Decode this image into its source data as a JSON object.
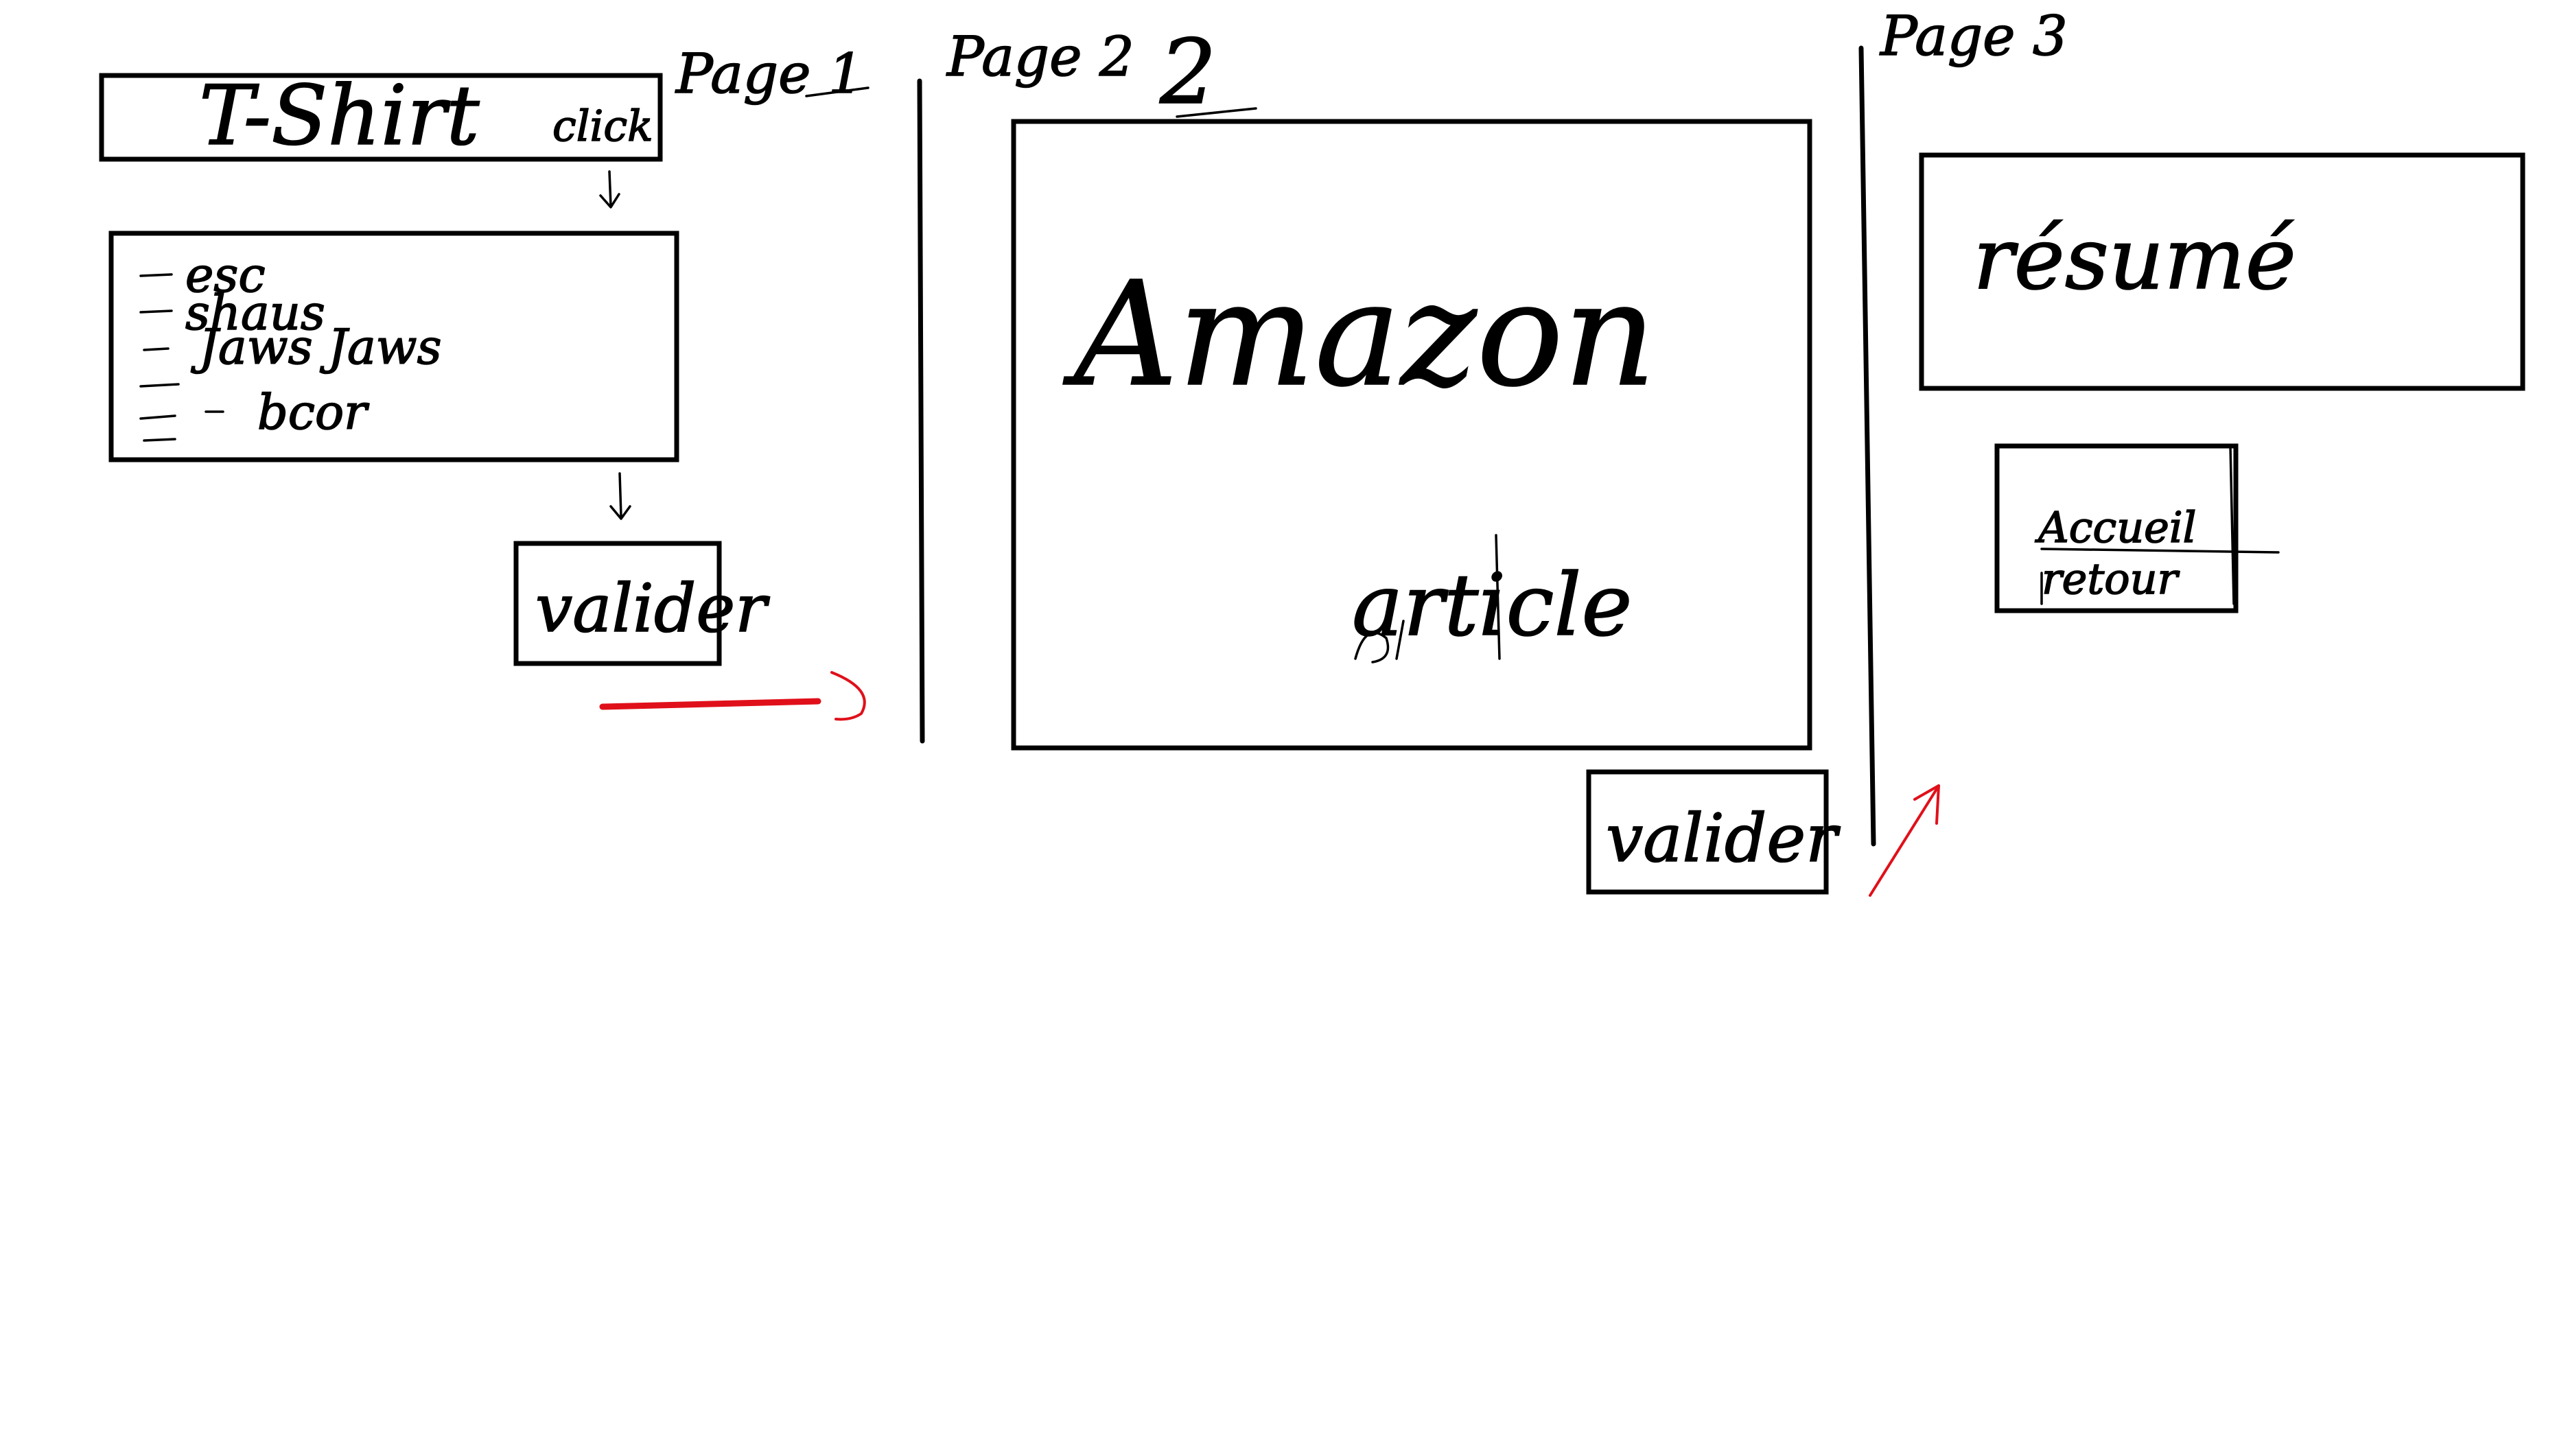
{
  "page_labels": {
    "page1": "Page 1",
    "page2": "Page 2",
    "page3": "Page 3"
  },
  "page1": {
    "product_title": "T-Shirt",
    "click_note": "click",
    "list_items": [
      "esc",
      "shaus",
      "Jaws Jaws",
      "bcor"
    ],
    "validate_button": "valider"
  },
  "page2": {
    "brand_text": "Amazon",
    "subtitle": "article",
    "validate_button": "valider"
  },
  "page3": {
    "summary_text": "résumé",
    "home_button_line1": "Accueil",
    "home_button_line2": "retour"
  },
  "colors": {
    "ink": "#000000",
    "arrow_red": "#e0101a",
    "background": "#ffffff"
  }
}
